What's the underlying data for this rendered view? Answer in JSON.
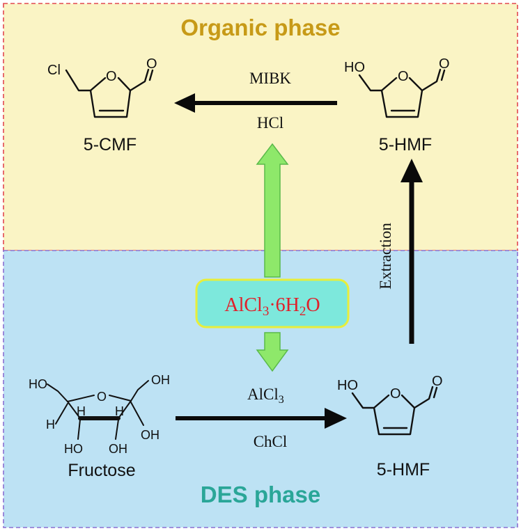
{
  "phases": {
    "organic": {
      "title": "Organic phase",
      "title_color": "#c79a17",
      "fill": "#faf4c5",
      "border": "#e2474f"
    },
    "des": {
      "title": "DES phase",
      "title_color": "#2aa698",
      "fill": "#bde2f4",
      "border": "#8a6fd2"
    }
  },
  "molecules": {
    "cmf": {
      "name": "5-CMF",
      "substituent": "Cl",
      "ring_o": "O",
      "aldehyde_o": "O"
    },
    "hmf_top": {
      "name": "5-HMF",
      "substituent": "HO",
      "ring_o": "O",
      "aldehyde_o": "O"
    },
    "hmf_bottom": {
      "name": "5-HMF",
      "substituent": "HO",
      "ring_o": "O",
      "aldehyde_o": "O"
    },
    "fructose": {
      "name": "Fructose",
      "oh_left": "HO",
      "oh_right": "OH",
      "ring_o": "O",
      "h_left": "H",
      "h_mid1": "H",
      "h_mid2": "H",
      "oh_bottom_left": "HO",
      "oh_bottom_mid": "OH",
      "oh_bottom_right": "OH"
    }
  },
  "reactions": {
    "top": {
      "above": "MIBK",
      "below": "HCl"
    },
    "bottom": {
      "above_main": "AlCl",
      "above_sub": "3",
      "below": "ChCl"
    },
    "extraction": {
      "label": "Extraction"
    }
  },
  "catalyst": {
    "main": "AlCl",
    "sub1": "3",
    "dot": "·6H",
    "sub2": "2",
    "tail": "O",
    "text_color": "#e0202a",
    "fill": "#7de8dc",
    "border": "#e8ee3a"
  },
  "colors": {
    "arrow": "#0a0a0a",
    "green_arrow": "#8ee86a",
    "green_arrow_border": "#5ab94a"
  }
}
